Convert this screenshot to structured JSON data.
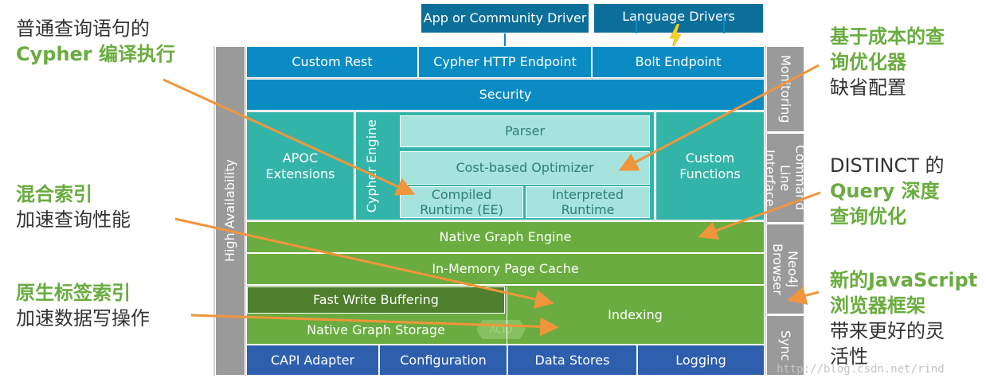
{
  "diagram": {
    "top_drivers": {
      "app_driver": "App or Community Driver",
      "language_drivers": "Language Drivers"
    },
    "endpoints": {
      "custom_rest": "Custom Rest",
      "cypher_http": "Cypher HTTP Endpoint",
      "bolt": "Bolt Endpoint"
    },
    "security": "Security",
    "high_availability": "High Availability",
    "apoc": "APOC Extensions",
    "cypher_engine": "Cypher Engine",
    "parser": "Parser",
    "optimizer": "Cost-based Optimizer",
    "compiled_runtime": "Compiled Runtime (EE)",
    "interpreted_runtime": "Interpreted Runtime",
    "custom_functions": "Custom Functions",
    "native_graph_engine": "Native Graph Engine",
    "page_cache": "In-Memory Page Cache",
    "fast_write": "Fast Write Buffering",
    "native_storage": "Native Graph Storage",
    "acid": "ACID",
    "indexing": "Indexing",
    "bottom": {
      "capi": "CAPI Adapter",
      "configuration": "Configuration",
      "data_stores": "Data Stores",
      "logging": "Logging"
    },
    "side": {
      "monitoring": "Monitoring",
      "cli": "Command Line Interface",
      "browser": "Neo4j Browser",
      "sync": "Sync"
    }
  },
  "annotations": {
    "cypher_compile": {
      "line1": "普通查询语句的",
      "line2_green": "Cypher 编译执行"
    },
    "cost_optimizer": {
      "line1_green": "基于成本的查",
      "line2_green": "询优化器",
      "line3": "缺省配置"
    },
    "hybrid_index": {
      "line1_green": "混合索引",
      "line2": "加速查询性能"
    },
    "distinct": {
      "line1": "DISTINCT 的",
      "line2_green": "Query 深度",
      "line3_green": "查询优化"
    },
    "native_label": {
      "line1_green": "原生标签索引",
      "line2": "加速数据写操作"
    },
    "browser_js": {
      "line1_prefix_green": "新的",
      "line1_bold_green": "JavaScript",
      "line2_green": "浏览器框架",
      "line3": "带来更好的灵",
      "line4": "活性"
    }
  },
  "watermark": "http://blog.csdn.net/rind",
  "colors": {
    "blue": "#0a8bc4",
    "teal": "#33b4a8",
    "green": "#6aac3f",
    "navy": "#2d5fae",
    "gray": "#9a9a9a",
    "arrow": "#f0953c"
  }
}
